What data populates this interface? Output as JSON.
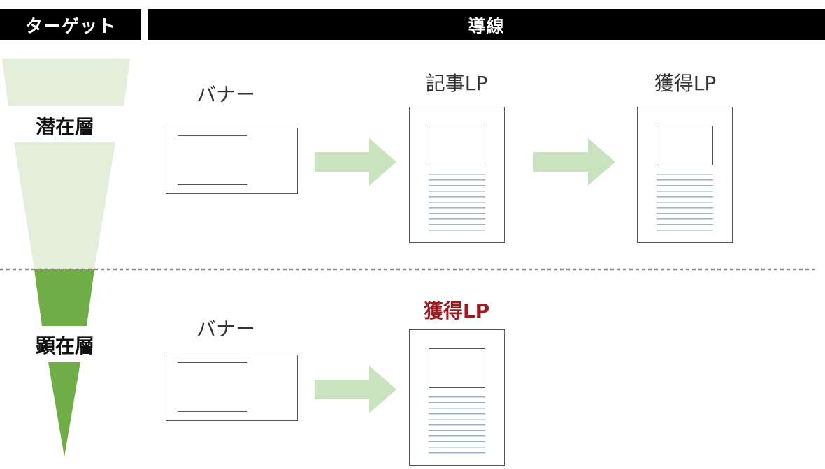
{
  "header": {
    "target_label": "ターゲット",
    "flow_label": "導線"
  },
  "tiers": {
    "latent": {
      "label": "潜在層"
    },
    "manifest": {
      "label": "顕在層"
    }
  },
  "flows": {
    "latent": {
      "banner_label": "バナー",
      "article_lp_label": "記事LP",
      "acquisition_lp_label": "獲得LP"
    },
    "manifest": {
      "banner_label": "バナー",
      "acquisition_lp_label": "獲得LP"
    }
  },
  "colors": {
    "header_bg": "#000000",
    "funnel_light": "#e3efda",
    "funnel_dark": "#70ad47",
    "arrow": "#c9e3bf",
    "accent_text": "#9b1b20",
    "divider": "#888888"
  },
  "icons": {
    "arrow": "right-arrow-icon",
    "banner": "banner-ad-icon",
    "page": "landing-page-icon"
  }
}
